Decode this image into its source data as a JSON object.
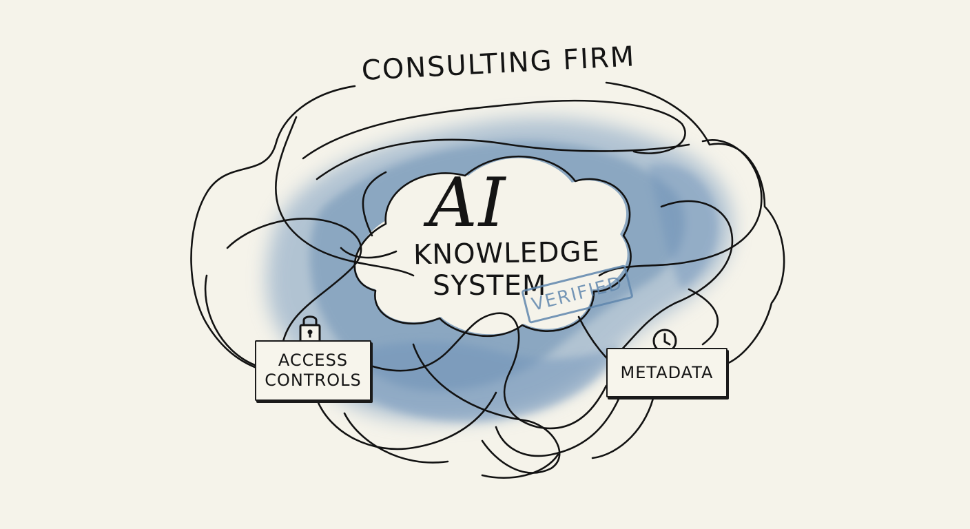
{
  "diagram": {
    "firm_title": "CONSULTING FIRM",
    "center_title": "AI",
    "center_subtitle_line1": "KNOWLEDGE",
    "center_subtitle_line2": "SYSTEM",
    "stamp_label": "VERIFIED",
    "nodes": [
      {
        "id": "access",
        "label_line1": "ACCESS",
        "label_line2": "CONTROLS",
        "icon": "lock-icon"
      },
      {
        "id": "metadata",
        "label": "METADATA",
        "icon": "clock-icon"
      }
    ],
    "colors": {
      "background": "#f5f3ea",
      "ink": "#141414",
      "watercolor": "#7a9cc0",
      "stamp": "#5f86ad"
    }
  }
}
